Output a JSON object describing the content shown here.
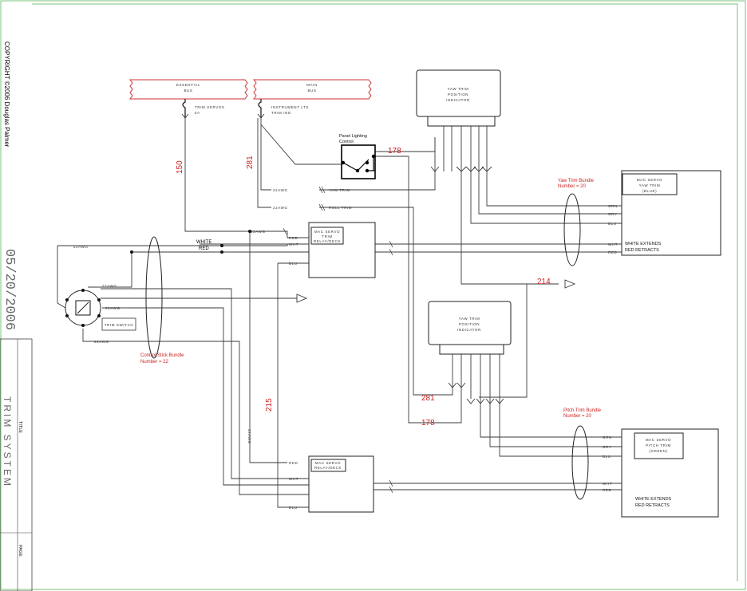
{
  "copyright": "COPYRIGHT ©2006 Douglas Palmer",
  "date": "05/20/2006",
  "title_block": {
    "title_label": "TITLE",
    "title": "TRIM SYSTEM",
    "page_label": "PAGE"
  },
  "buses": [
    {
      "id": "essential",
      "line1": "ESSENTIAL",
      "line2": "BUS"
    },
    {
      "id": "main",
      "line1": "MAIN",
      "line2": "BUS"
    }
  ],
  "bus_taps": {
    "essential_line1": "TRIM SERVOS",
    "essential_line2": "5A",
    "main_line1": "INSTRUMENT LTS",
    "main_line2": "TRIM IND"
  },
  "panel_lighting": {
    "line1": "Panel Lighting",
    "line2": "Control"
  },
  "indicators": [
    {
      "id": "top",
      "line1": "YAW TRIM",
      "line2": "POSITION",
      "line3": "INDICATOR"
    },
    {
      "id": "mid",
      "line1": "YAW TRIM",
      "line2": "POSITION",
      "line3": "INDICATOR"
    }
  ],
  "servos": [
    {
      "id": "yaw",
      "line1": "MAC SERVO",
      "line2": "YAW TRIM",
      "line3": "(BLUE)",
      "extends": "WHITE EXTENDS",
      "retracts": "RED RETRACTS"
    },
    {
      "id": "pitch",
      "line1": "MAC SERVO",
      "line2": "PITCH TRIM",
      "line3": "(GREEN)",
      "extends": "WHITE EXTENDS",
      "retracts": "RED RETRACTS"
    }
  ],
  "relays": [
    {
      "id": "top",
      "line1": "MAC SERVO",
      "line2": "TRIM",
      "line3": "RELAY/DECK"
    },
    {
      "id": "bottom",
      "line1": "MAC SERVO",
      "line2": "RELAY/DECK"
    }
  ],
  "bundles": [
    {
      "id": "yaw",
      "line1": "Yaw Trim Bundle",
      "line2": "Number = 20"
    },
    {
      "id": "control",
      "line1": "Control Stick Bundle",
      "line2": "Number = 22"
    },
    {
      "id": "pitch",
      "line1": "Pitch Trim Bundle",
      "line2": "Number = 20"
    }
  ],
  "wire_numbers": {
    "w150": "150",
    "w281a": "281",
    "w178a": "178",
    "w214": "214",
    "w215": "215",
    "w281b": "281",
    "w178b": "178"
  },
  "wire_labels": {
    "white": "WHITE",
    "red": "RED",
    "yaw_trim": "YAW TRIM",
    "roll_trim": "ROLL TRIM",
    "awg": "22AWG",
    "awg_tag": "22AWG",
    "grn": "GRN",
    "blu": "BLU",
    "wht": "WHT",
    "red_t": "RED",
    "gry": "GRY"
  },
  "trim_switch": "TRIM SWITCH",
  "colors": {
    "wire": "#3a3a3a",
    "red_text": "#cc1f1f",
    "bus_fill": "#ffffff",
    "bus_stroke": "#cc3333",
    "frame": "#7ac27a"
  }
}
